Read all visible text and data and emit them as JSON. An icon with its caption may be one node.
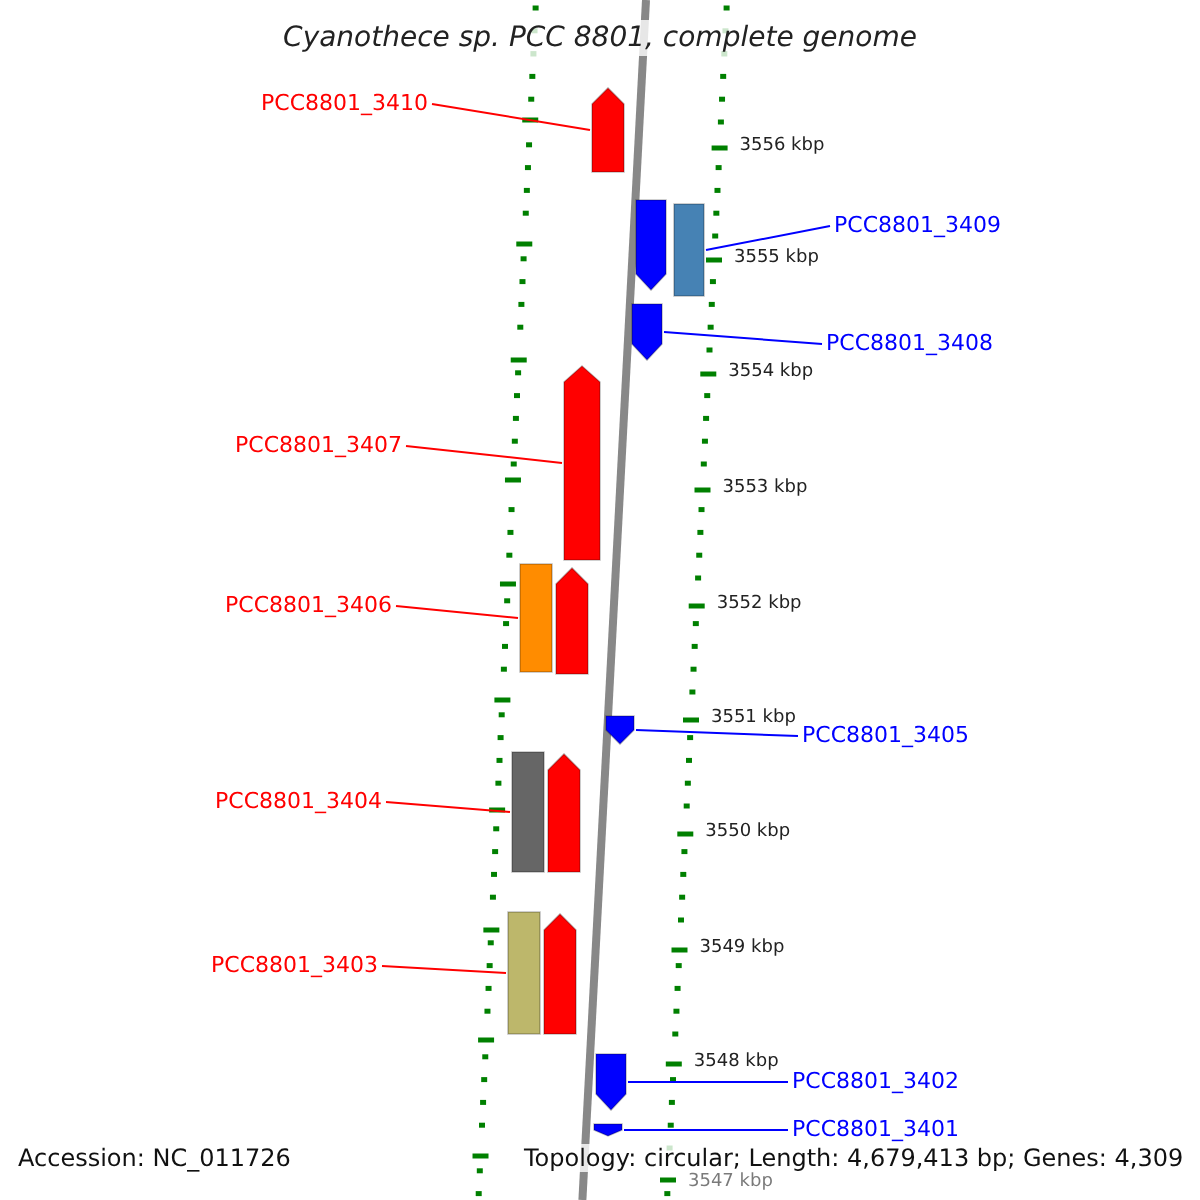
{
  "diagram": {
    "title": "Cyanothece sp. PCC 8801, complete genome",
    "nodes": [
      {
        "text": [
          "PCC8801_3410"
        ]
      },
      {
        "text": [],
        "shape": "bar"
      },
      {
        "text": [],
        "shape": "bar"
      },
      {
        "text": [],
        "shape": "bar"
      },
      {
        "text": [
          "PCC8801_3409"
        ]
      },
      {
        "text": [],
        "shape": "bar"
      },
      {
        "text": [
          "PCC8801_3408"
        ]
      },
      {
        "text": [
          "PCC8801_3407"
        ]
      },
      {
        "text": [],
        "shape": "bar"
      },
      {
        "text": [
          "PCC8801_3406"
        ]
      },
      {
        "text": [],
        "shape": "bar"
      },
      {
        "text": [],
        "shape": "bar"
      },
      {
        "text": [],
        "shape": "bar"
      },
      {
        "text": [
          "PCC8801_3405"
        ]
      },
      {
        "text": [
          "PCC8801_3404"
        ]
      },
      {
        "text": [],
        "shape": "bar"
      },
      {
        "text": [],
        "shape": "bar"
      },
      {
        "text": [
          "PCC8801_3403"
        ]
      },
      {
        "text": [],
        "shape": "bar"
      },
      {
        "text": [],
        "shape": "bar"
      },
      {
        "text": [],
        "shape": "bar"
      },
      {
        "text": [
          "PCC8801_3402"
        ]
      },
      {
        "text": [],
        "shape": "bar"
      },
      {
        "text": [
          "PCC8801_3401"
        ]
      }
    ],
    "edges": [
      {
        "from": 0,
        "to": 1,
        "arrow": "none"
      },
      {
        "from": 4,
        "to": 3,
        "arrow": "none",
        "color": "#0000ff"
      },
      {
        "from": 6,
        "to": 5,
        "arrow": "none",
        "color": "#0000ff"
      },
      {
        "from": 7,
        "to": 8,
        "arrow": "none"
      },
      {
        "from": 9,
        "to": 10,
        "arrow": "none"
      },
      {
        "from": 13,
        "to": 12,
        "arrow": "none",
        "color": "#0000ff"
      },
      {
        "from": 14,
        "to": 15,
        "arrow": "none"
      },
      {
        "from": 17,
        "to": 18,
        "arrow": "none"
      },
      {
        "from": 21,
        "to": 20,
        "arrow": "none",
        "color": "#0000ff"
      },
      {
        "from": 23,
        "to": 22,
        "arrow": "none",
        "color": "#0000ff"
      }
    ],
    "labels": [
      "3556 kbp",
      "3555 kbp",
      "3554 kbp",
      "3553 kbp",
      "3552 kbp",
      "3551 kbp",
      "3550 kbp",
      "3549 kbp",
      "3548 kbp",
      "3547 kbp",
      "Accession: NC_011726",
      "Topology: circular; Length: 4,679,413 bp; Genes: 4,309"
    ]
  }
}
